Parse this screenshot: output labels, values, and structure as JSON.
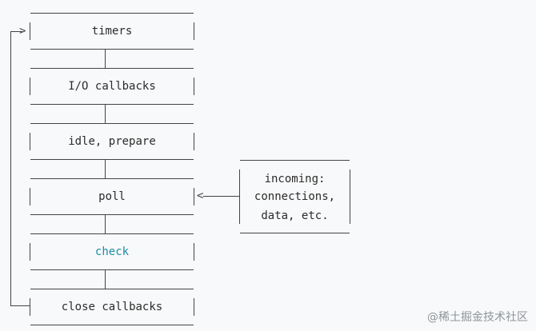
{
  "diagram": {
    "phases": [
      {
        "label": "timers",
        "color": "#2b2b2b"
      },
      {
        "label": "I/O callbacks",
        "color": "#2b2b2b"
      },
      {
        "label": "idle, prepare",
        "color": "#2b2b2b"
      },
      {
        "label": "poll",
        "color": "#2b2b2b"
      },
      {
        "label": "check",
        "color": "#1c8ca6"
      },
      {
        "label": "close callbacks",
        "color": "#2b2b2b"
      }
    ],
    "incoming": {
      "lines": [
        "incoming:",
        "connections,",
        "data, etc."
      ]
    },
    "watermark": "@稀土掘金技术社区"
  }
}
